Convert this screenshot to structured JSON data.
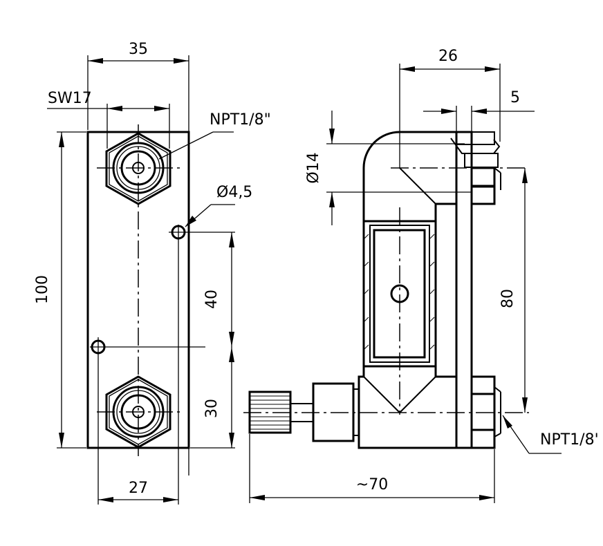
{
  "drawing": {
    "front_view": {
      "dim_width": "35",
      "dim_hex": "SW17",
      "dim_height": "100",
      "dim_hole_spacing": "40",
      "dim_hole_offset": "30",
      "dim_hole_distance": "27",
      "thread_label": "NPT1/8\"",
      "hole_label": "Ø4,5"
    },
    "side_view": {
      "dim_depth": "26",
      "dim_offset": "5",
      "dim_diameter": "Ø14",
      "dim_port_spacing": "80",
      "dim_overall_length": "~70",
      "thread_label": "NPT1/8'"
    }
  }
}
